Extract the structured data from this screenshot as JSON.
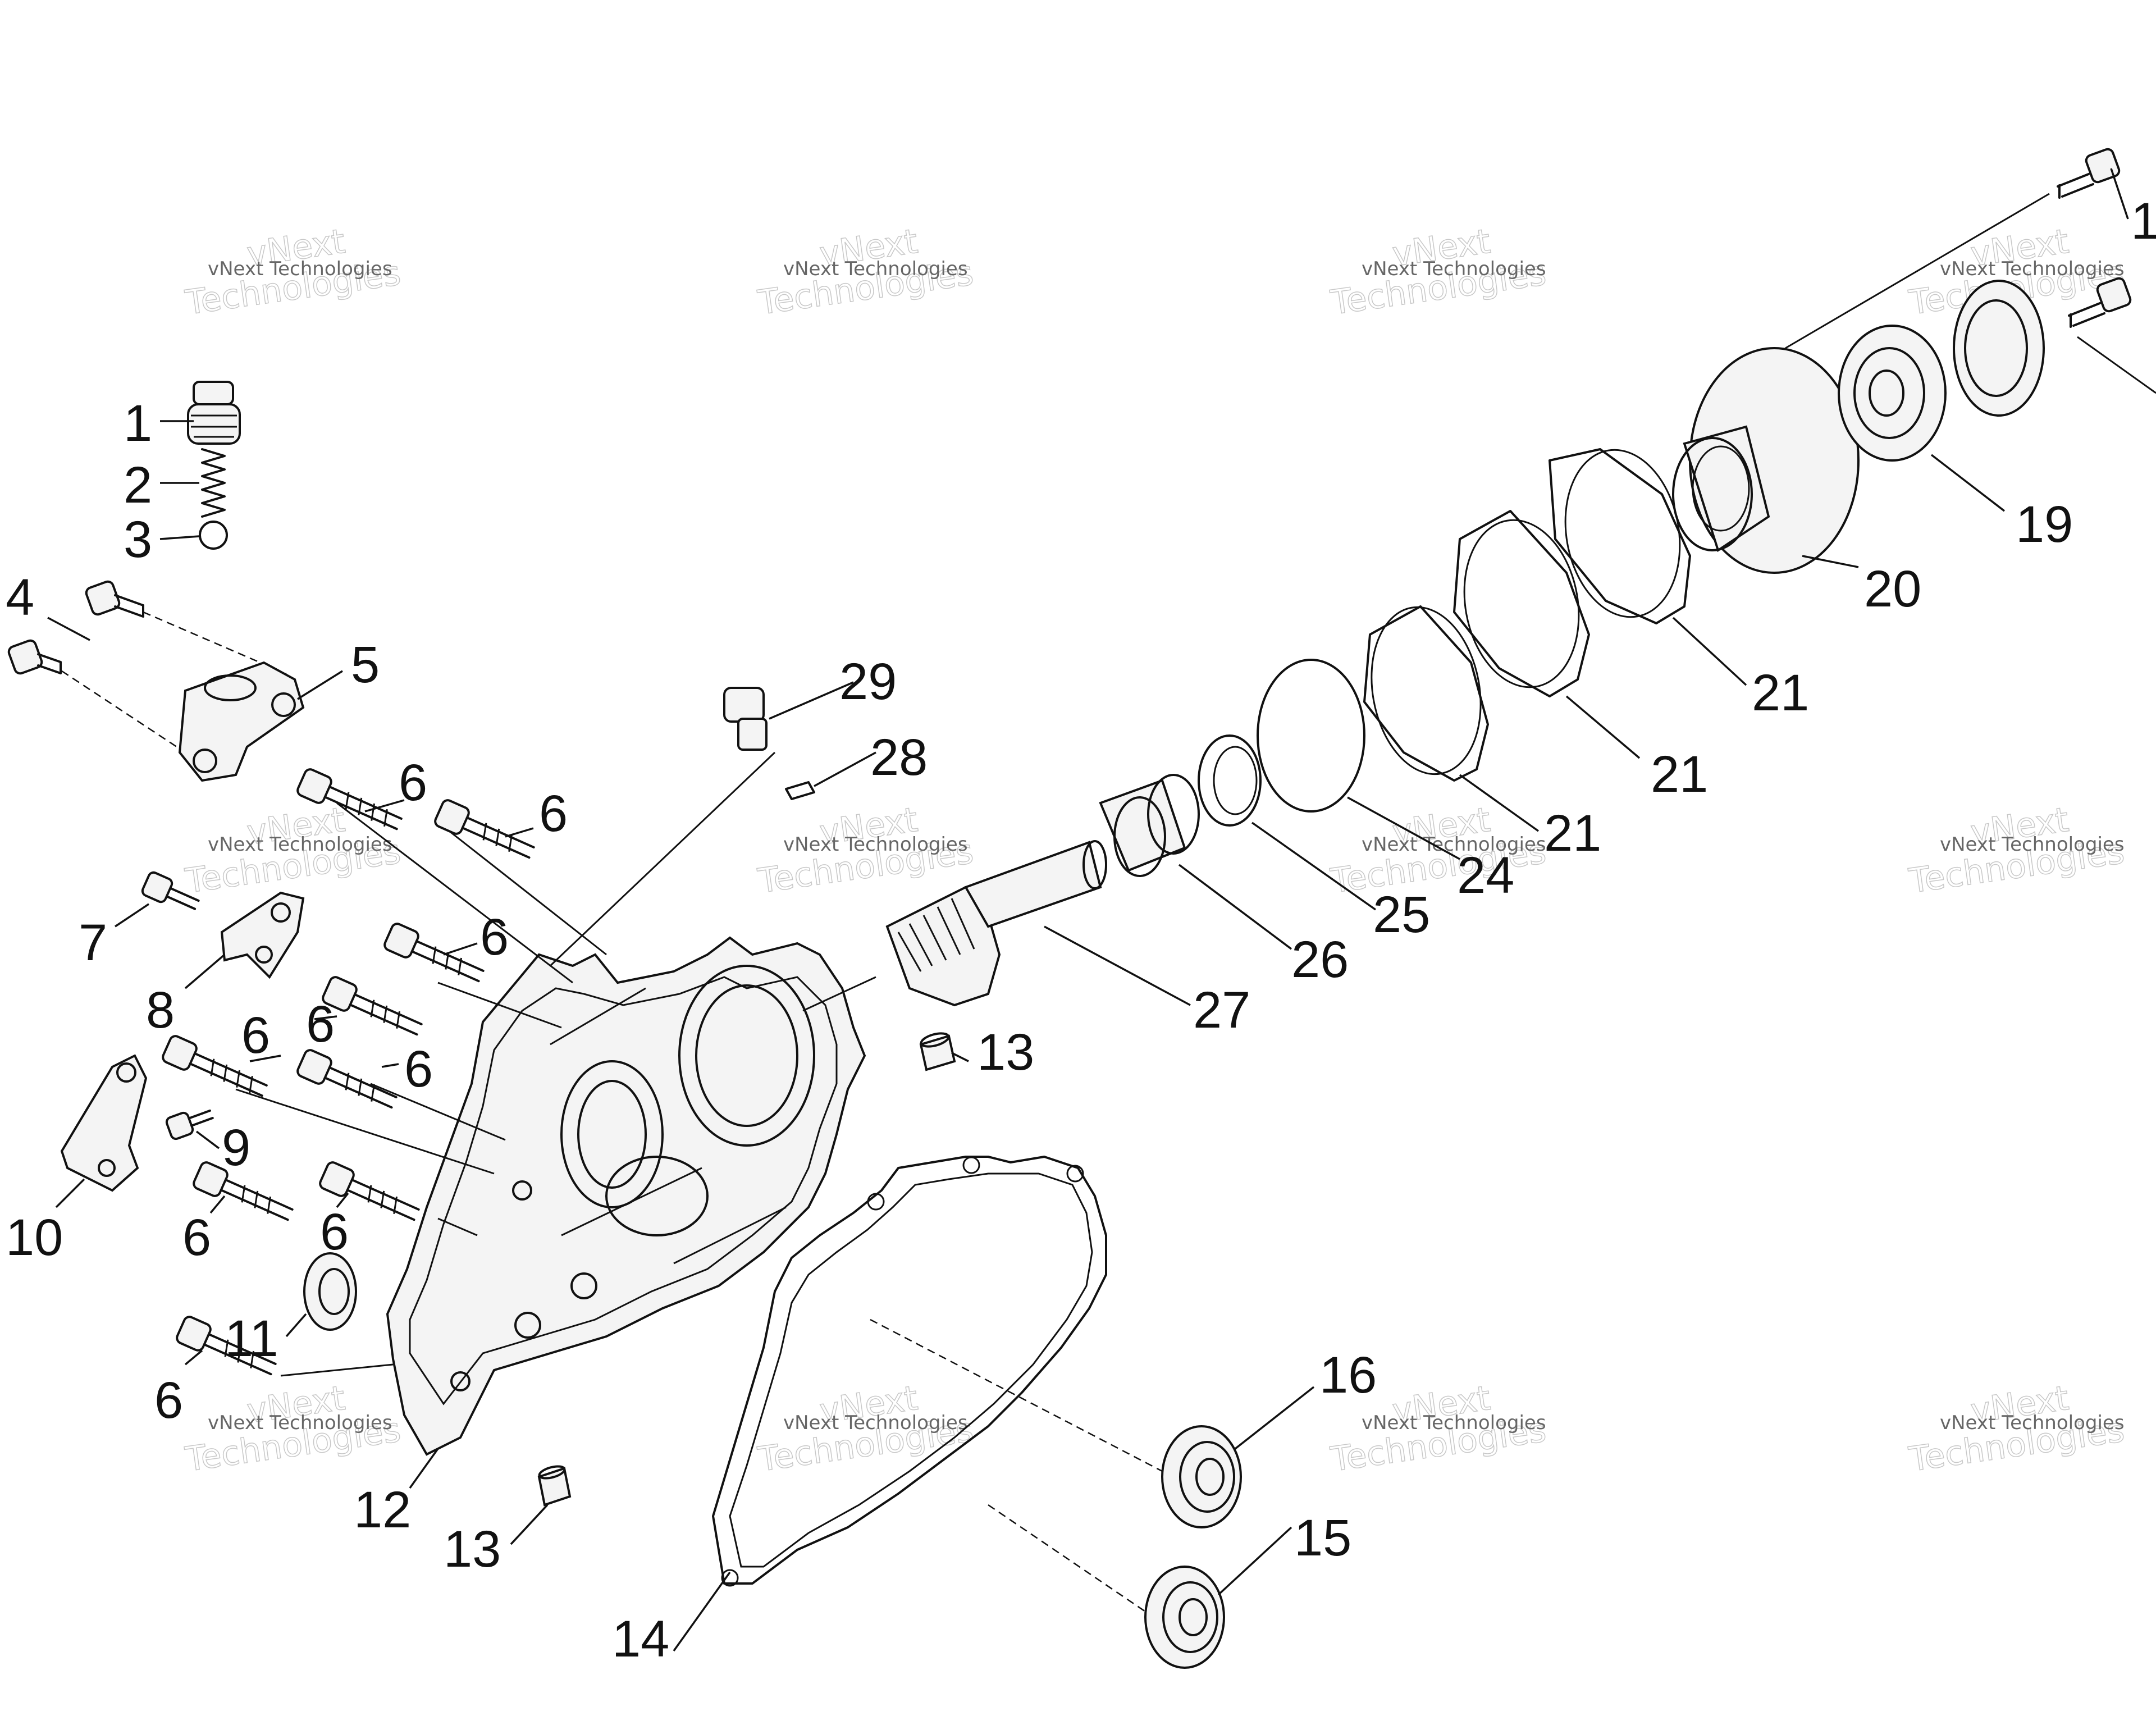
{
  "diagram": {
    "watermark_line1": "vNext",
    "watermark_line2": "Technologies",
    "watermark_small": "vNext Technologies",
    "callouts": {
      "c1": "1",
      "c2": "2",
      "c3": "3",
      "c4": "4",
      "c5": "5",
      "c6a": "6",
      "c6b": "6",
      "c6c": "6",
      "c6d": "6",
      "c6e": "6",
      "c6f": "6",
      "c6g": "6",
      "c6h": "6",
      "c6i": "6",
      "c7": "7",
      "c8": "8",
      "c9": "9",
      "c10": "10",
      "c11": "11",
      "c12": "12",
      "c13a": "13",
      "c13b": "13",
      "c14": "14",
      "c15": "15",
      "c16": "16",
      "c1r": "1",
      "c19": "19",
      "c20": "20",
      "c21a": "21",
      "c21b": "21",
      "c21c": "21",
      "c24": "24",
      "c25": "25",
      "c26": "26",
      "c27": "27",
      "c28": "28",
      "c29": "29"
    }
  }
}
